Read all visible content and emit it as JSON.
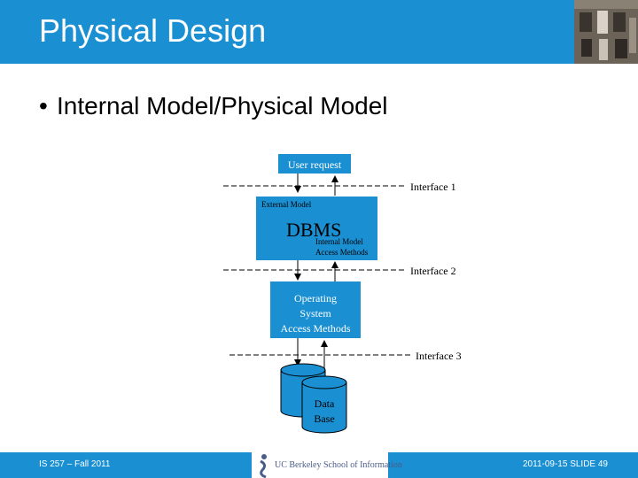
{
  "slide": {
    "title": "Physical Design",
    "bullet": "Internal Model/Physical Model"
  },
  "diagram": {
    "user_request": "User request",
    "interface1": "Interface 1",
    "external_model": "External Model",
    "dbms": "DBMS",
    "internal_model": "Internal Model",
    "access_methods": "Access Methods",
    "interface2": "Interface 2",
    "os_line1": "Operating",
    "os_line2": "System",
    "os_line3": "Access Methods",
    "interface3": "Interface 3",
    "db_line1": "Data",
    "db_line2": "Base"
  },
  "footer": {
    "left": "IS 257 – Fall 2011",
    "logo": "UC Berkeley School of Information",
    "right": "2011-09-15 SLIDE 49"
  },
  "colors": {
    "header": "#1a8fd1",
    "box_fill": "#1a8fd1"
  }
}
